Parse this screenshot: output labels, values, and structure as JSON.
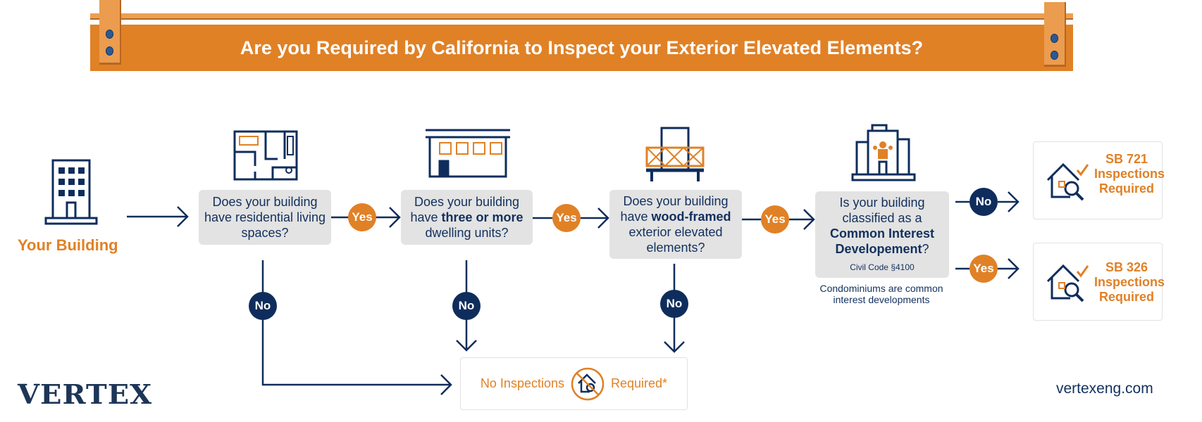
{
  "title": "Are you Required by California to Inspect your Exterior Elevated Elements?",
  "start_label": "Your Building",
  "questions": [
    {
      "pre": "Does your building have residential living spaces?",
      "bold": "",
      "post": ""
    },
    {
      "pre": "Does your building have ",
      "bold": "three or more",
      "post": " dwelling units?"
    },
    {
      "pre": "Does your building have ",
      "bold": "wood-framed",
      "post": " exterior elevated elements?"
    },
    {
      "pre": "Is your building classified as a ",
      "bold": "Common Interest Developement",
      "post": "?",
      "note": "Civil Code §4100"
    }
  ],
  "condo_note": "Condominiums are common interest developments",
  "yes_label": "Yes",
  "no_label": "No",
  "results": {
    "sb721": {
      "line1": "SB 721",
      "line2": "Inspections",
      "line3": "Required"
    },
    "sb326": {
      "line1": "SB 326",
      "line2": "Inspections",
      "line3": "Required"
    },
    "none": {
      "left": "No Inspections",
      "right": "Required*"
    }
  },
  "logo": "VERTEX",
  "website": "vertexeng.com",
  "colors": {
    "orange": "#e08126",
    "navy": "#0f2d5c",
    "gray": "#e3e3e3"
  }
}
